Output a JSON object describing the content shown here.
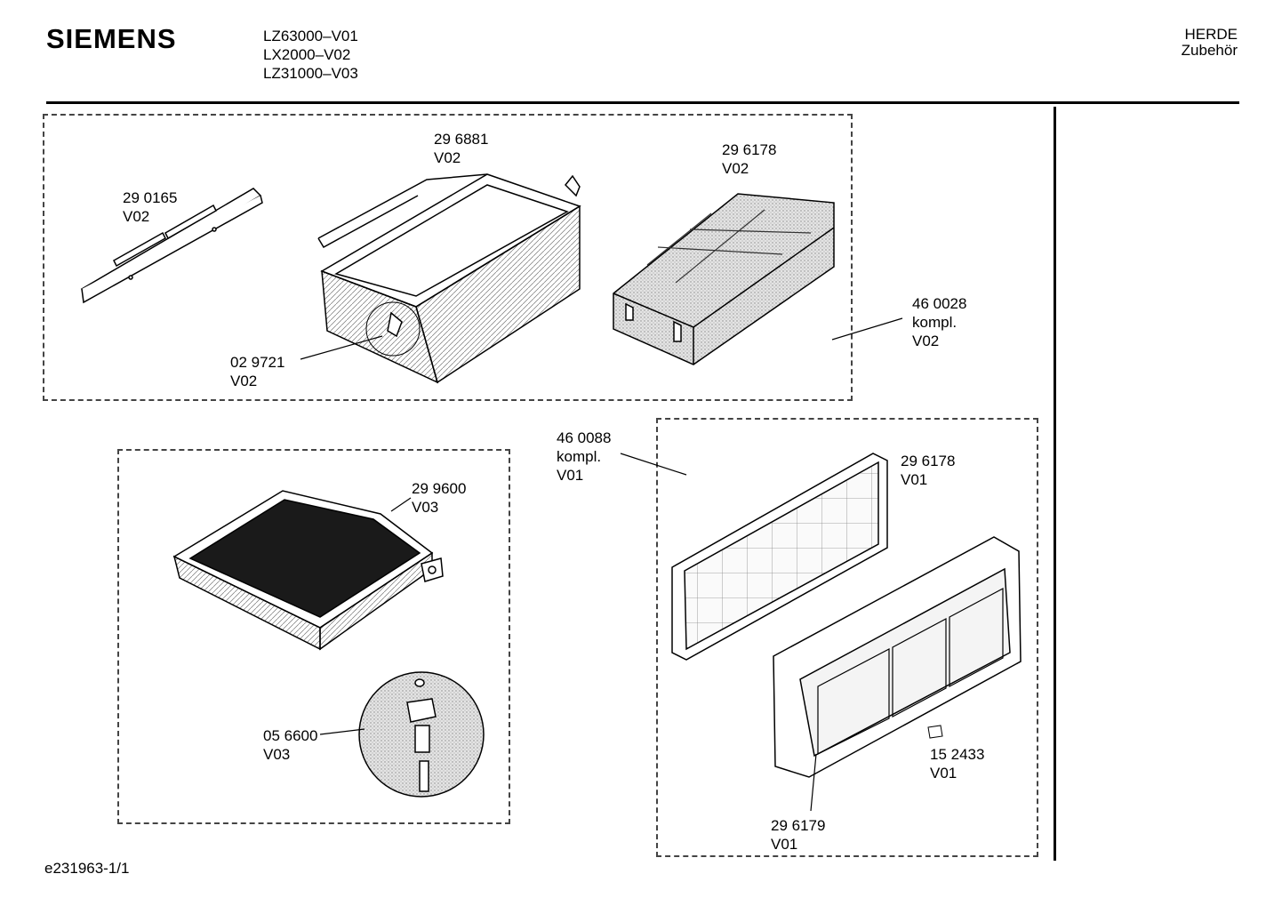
{
  "header": {
    "brand": "SIEMENS",
    "models": [
      "LZ63000–V01",
      "LX2000–V02",
      "LZ31000–V03"
    ],
    "category": "HERDE",
    "subcategory": "Zubehör"
  },
  "parts": {
    "p290165": {
      "number": "29 0165",
      "variant": "V02"
    },
    "p296881": {
      "number": "29 6881",
      "variant": "V02"
    },
    "p296178a": {
      "number": "29 6178",
      "variant": "V02"
    },
    "p029721": {
      "number": "02 9721",
      "variant": "V02"
    },
    "p460028": {
      "number": "46 0028",
      "note": "kompl.",
      "variant": "V02"
    },
    "p299600": {
      "number": "29 9600",
      "variant": "V03"
    },
    "p056600": {
      "number": "05 6600",
      "variant": "V03"
    },
    "p460088": {
      "number": "46 0088",
      "note": "kompl.",
      "variant": "V01"
    },
    "p296178b": {
      "number": "29 6178",
      "variant": "V01"
    },
    "p152433": {
      "number": "15 2433",
      "variant": "V01"
    },
    "p296179": {
      "number": "29 6179",
      "variant": "V01"
    }
  },
  "footer": {
    "doc_id": "e231963-1/1"
  }
}
